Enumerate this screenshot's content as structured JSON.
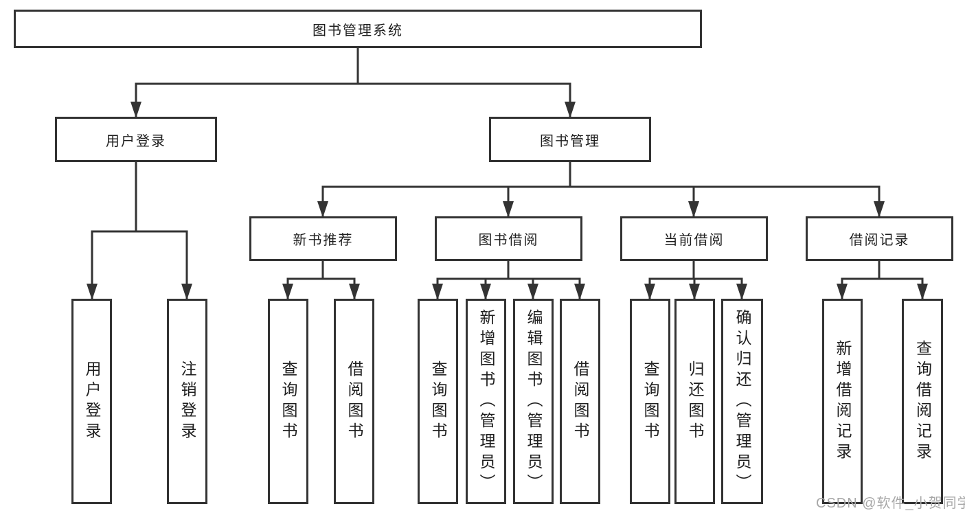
{
  "tree": {
    "root": "图书管理系统",
    "level2": [
      {
        "label": "用户登录",
        "leaves": [
          "用户登录",
          "注销登录"
        ]
      },
      {
        "label": "图书管理",
        "groups": [
          {
            "label": "新书推荐",
            "leaves": [
              "查询图书",
              "借阅图书"
            ]
          },
          {
            "label": "图书借阅",
            "leaves": [
              "查询图书",
              "新增图书（管理员）",
              "编辑图书（管理员）",
              "借阅图书"
            ]
          },
          {
            "label": "当前借阅",
            "leaves": [
              "查询图书",
              "归还图书",
              "确认归还（管理员）"
            ]
          },
          {
            "label": "借阅记录",
            "leaves": [
              "新增借阅记录",
              "查询借阅记录"
            ]
          }
        ]
      }
    ]
  },
  "watermark": "CSDN @软件_小贺同学",
  "colors": {
    "line": "#333333",
    "text": "#1f1f1f",
    "box_background": "#ffffff",
    "watermark": "#a8a8a8",
    "page_background": "#ffffff"
  }
}
